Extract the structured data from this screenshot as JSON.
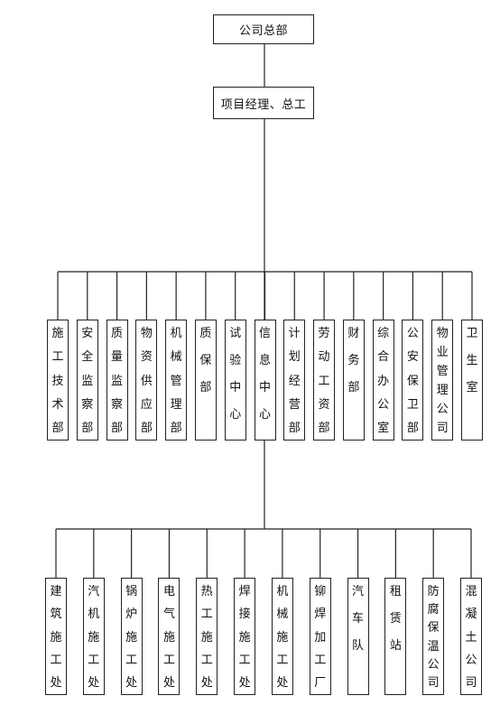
{
  "root": {
    "label": "公司总部"
  },
  "second": {
    "label": "项目经理、总工"
  },
  "departments": [
    {
      "label": "施工技术部"
    },
    {
      "label": "安全监察部"
    },
    {
      "label": "质量监察部"
    },
    {
      "label": "物资供应部"
    },
    {
      "label": "机械管理部"
    },
    {
      "label": "质保部"
    },
    {
      "label": "试验中心"
    },
    {
      "label": "信息中心"
    },
    {
      "label": "计划经营部"
    },
    {
      "label": "劳动工资部"
    },
    {
      "label": "财务部"
    },
    {
      "label": "综合办公室"
    },
    {
      "label": "公安保卫部"
    },
    {
      "label": "物业管理公司"
    },
    {
      "label": "卫生室"
    }
  ],
  "units": [
    {
      "label": "建筑施工处"
    },
    {
      "label": "汽机施工处"
    },
    {
      "label": "锅炉施工处"
    },
    {
      "label": "电气施工处"
    },
    {
      "label": "热工施工处"
    },
    {
      "label": "焊接施工处"
    },
    {
      "label": "机械施工处"
    },
    {
      "label": "铆焊加工厂"
    },
    {
      "label": "汽车队"
    },
    {
      "label": "租赁站"
    },
    {
      "label": "防腐保温公司"
    },
    {
      "label": "混凝土公司"
    }
  ]
}
